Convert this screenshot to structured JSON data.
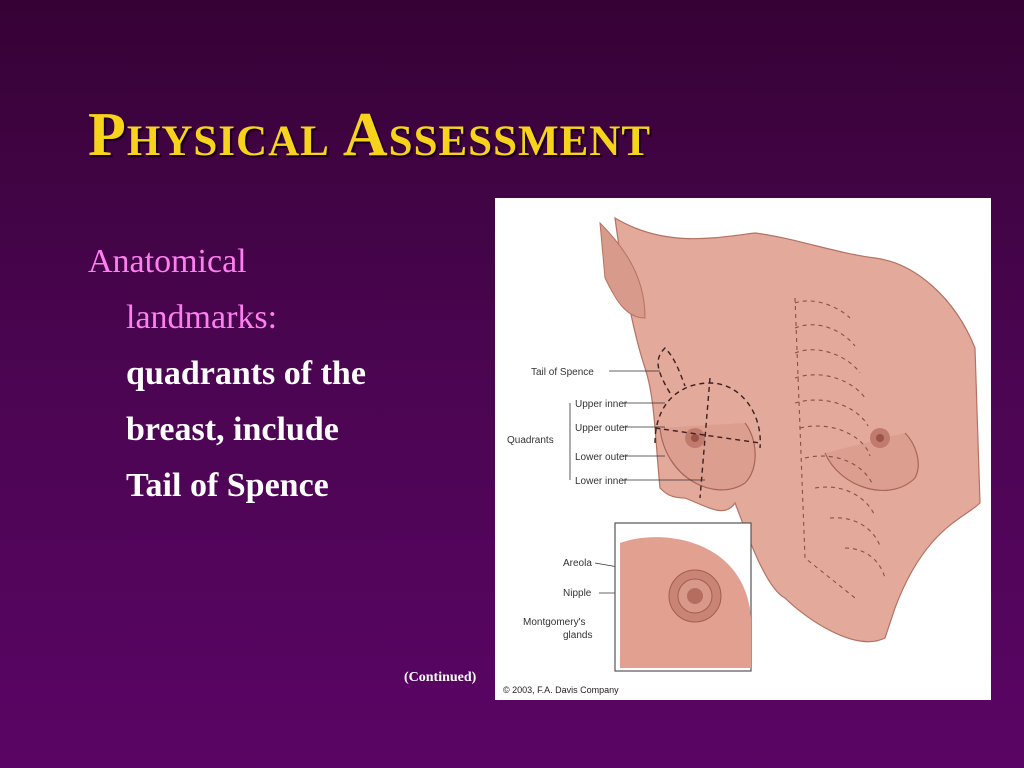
{
  "slide": {
    "title": "Physical Assessment",
    "bullet": {
      "line1": "Anatomical",
      "line2": "landmarks:",
      "line3": "quadrants of the",
      "line4": "breast, include",
      "line5": "Tail of Spence"
    },
    "continued": "(Continued)"
  },
  "figure": {
    "labels": {
      "tail_of_spence": "Tail of Spence",
      "quadrants": "Quadrants",
      "upper_inner": "Upper inner",
      "upper_outer": "Upper outer",
      "lower_outer": "Lower outer",
      "lower_inner": "Lower inner",
      "areola": "Areola",
      "nipple": "Nipple",
      "montgomery1": "Montgomery's",
      "montgomery2": "glands"
    },
    "copyright": "© 2003, F.A. Davis Company"
  },
  "colors": {
    "background_top": "#360235",
    "background_bottom": "#5a0565",
    "title": "#f7d31c",
    "bullet_lead": "#ff7ff0",
    "bullet_body": "#ffffff",
    "skin": "#e3a99a"
  }
}
